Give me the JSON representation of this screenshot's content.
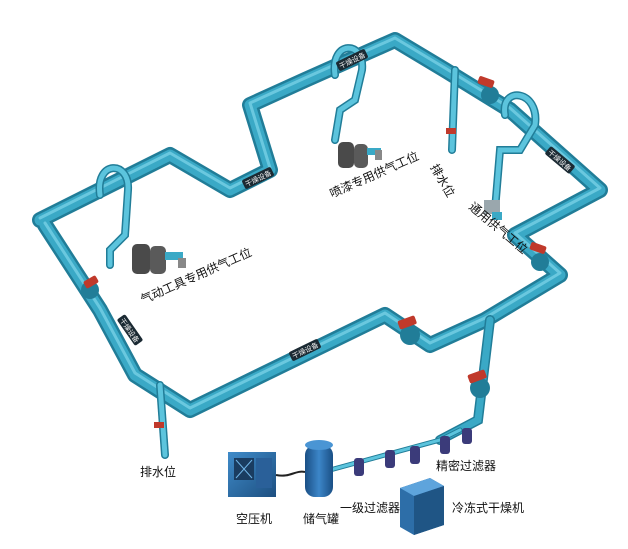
{
  "labels": {
    "pneumatic_tool_station": "气动工具专用供气工位",
    "spray_station": "喷漆专用供气工位",
    "drain_point_upper": "排水位",
    "general_station": "通用供气工位",
    "drain_point_lower": "排水位",
    "air_compressor": "空压机",
    "air_tank": "储气罐",
    "primary_filter": "一级过滤器",
    "precision_filter": "精密过滤器",
    "refrigerated_dryer": "冷冻式干燥机"
  },
  "pipe_tags": [
    "干燥设备",
    "干燥设备",
    "干燥设备",
    "干燥设备",
    "干燥设备"
  ],
  "colors": {
    "pipe": "#3aa9c6",
    "pipe_dark": "#217d98",
    "valve": "#c0392b",
    "filter": "#4a4a4a",
    "compressor": "#2d6ea8",
    "tank": "#1f5f9e"
  }
}
